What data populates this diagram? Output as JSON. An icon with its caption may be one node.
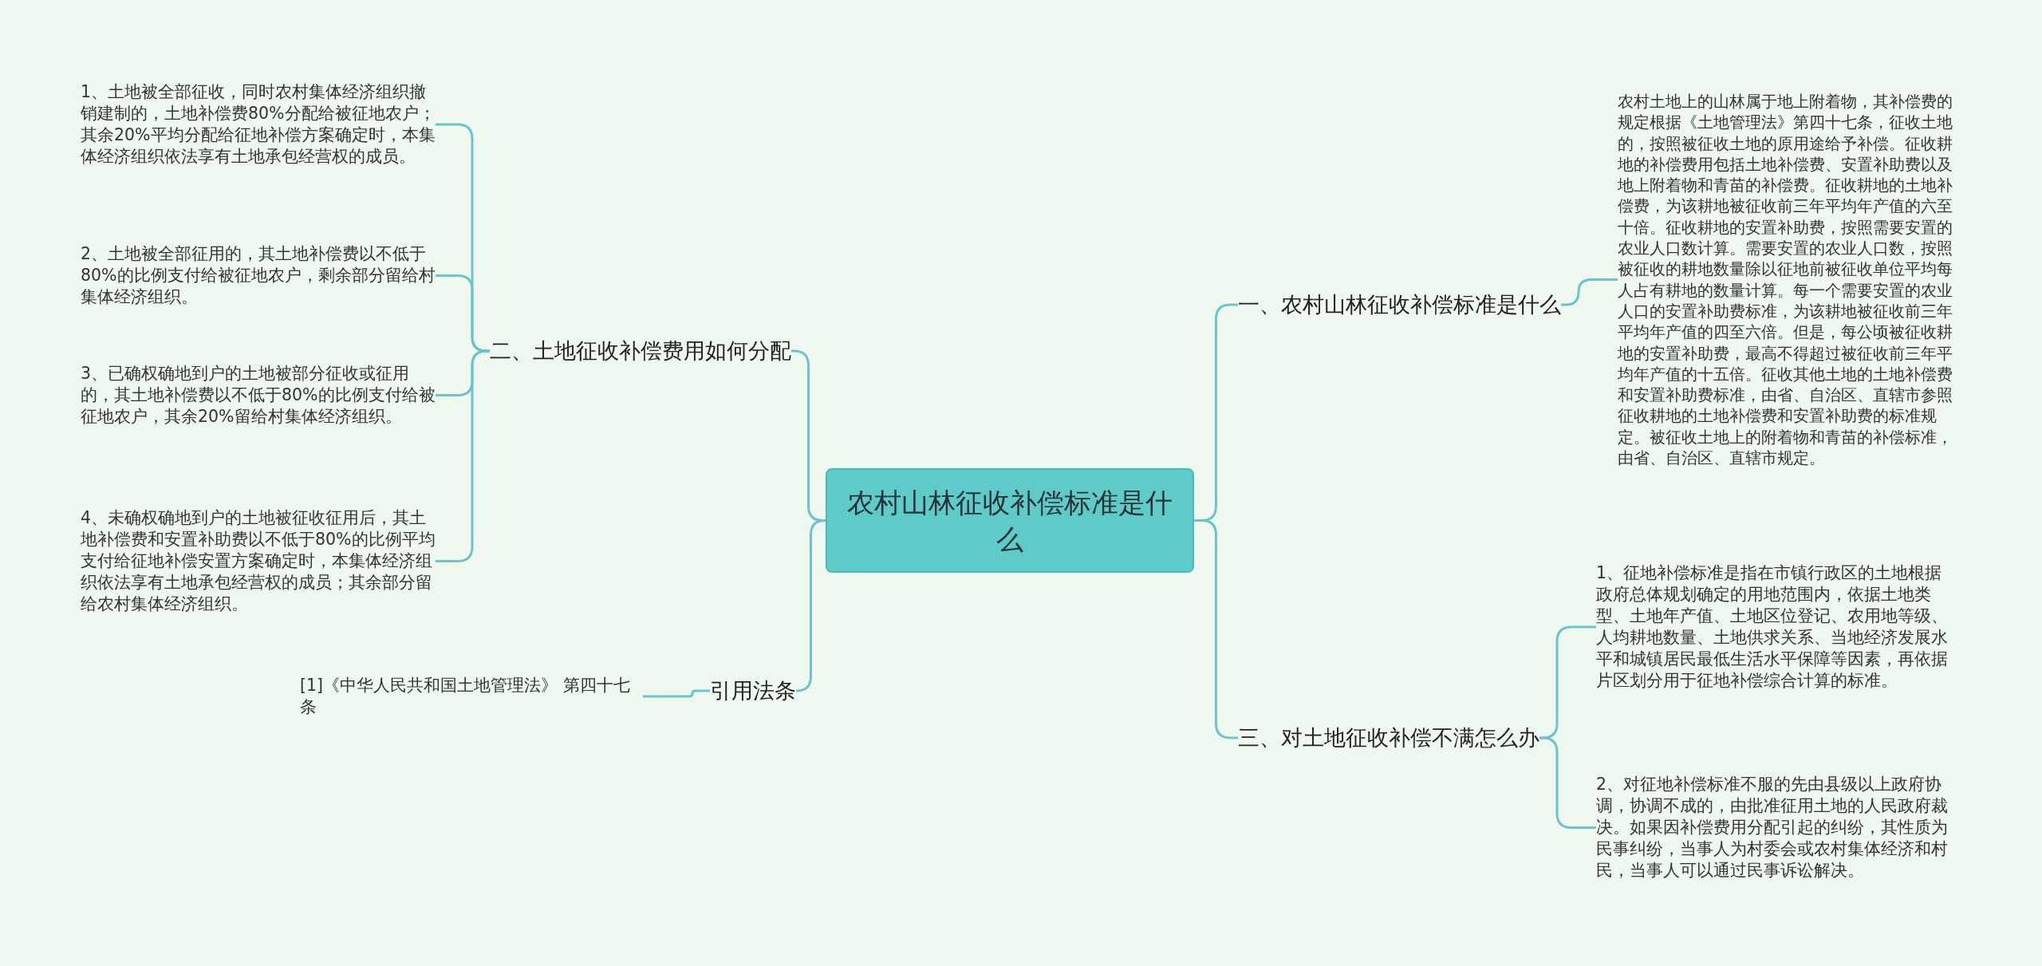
{
  "diagram": {
    "nodes": [
      {
        "text": [
          "农村山林征收补偿标准是什么"
        ]
      },
      {
        "text": [
          "一、农村山林征收补偿标准是什么"
        ]
      },
      {
        "text": [
          "农村土地上的山林属于地上附着物，其补偿费的规定根据《土地管理法》第四十七条，征收土地的，按照被征收土地的原用途给予补偿。征收耕地的补偿费用包括土地补偿费、安置补助费以及地上附着物和青苗的补偿费。征收耕地的土地补偿费，为该耕地被征收前三年平均年产值的六至十倍。征收耕地的安置补助费，按照需要安置的农业人口数计算。需要安置的农业人口数，按照被征收的耕地数量除以征地前被征收单位平均每人占有耕地的数量计算。每一个需要安置的农业人口的安置补助费标准，为该耕地被征收前三年平均年产值的四至六倍。但是，每公顷被征收耕地的安置补助费，最高不得超过被征收前三年平均年产值的十五倍。征收其他土地的土地补偿费和安置补助费标准，由省、自治区、直辖市参照征收耕地的土地补偿费和安置补助费的标准规定。被征收土地上的附着物和青苗的补偿标准，由省、自治区、直辖市规定。"
        ]
      },
      {
        "text": [
          "三、对土地征收补偿不满怎么办"
        ]
      },
      {
        "text": [
          "1、征地补偿标准是指在市镇行政区的土地根据政府总体规划确定的用地范围内，依据土地类型、土地年产值、土地区位登记、农用地等级、人均耕地数量、土地供求关系、当地经济发展水平和城镇居民最低生活水平保障等因素，再依据片区划分用于征地补偿综合计算的标准。"
        ]
      },
      {
        "text": [
          "2、对征地补偿标准不服的先由县级以上政府协调，协调不成的，由批准征用土地的人民政府裁决。如果因补偿费用分配引起的纠纷，其性质为民事纠纷，当事人为村委会或农村集体经济和村民，当事人可以通过民事诉讼解决。"
        ]
      },
      {
        "text": [
          "二、土地征收补偿费用如何分配"
        ]
      },
      {
        "text": [
          "1、土地被全部征收，同时农村集体经济组织撤销建制的，土地补偿费80%分配给被征地农户；其余20%平均分配给征地补偿方案确定时，本集体经济组织依法享有土地承包经营权的成员。"
        ]
      },
      {
        "text": [
          "2、土地被全部征用的，其土地补偿费以不低于80%的比例支付给被征地农户，剩余部分留给村集体经济组织。"
        ]
      },
      {
        "text": [
          "3、已确权确地到户的土地被部分征收或征用的，其土地补偿费以不低于80%的比例支付给被征地农户，其余20%留给村集体经济组织。"
        ]
      },
      {
        "text": [
          "4、未确权确地到户的土地被征收征用后，其土地补偿费和安置补助费以不低于80%的比例平均支付给征地补偿安置方案确定时，本集体经济组织依法享有土地承包经营权的成员；其余部分留给农村集体经济组织。"
        ]
      },
      {
        "text": [
          "引用法条"
        ]
      },
      {
        "text": [
          "[1]《中华人民共和国土地管理法》 第四十七条"
        ]
      }
    ],
    "edges": [
      {
        "from": 0,
        "to": 1,
        "arrow": "none"
      },
      {
        "from": 1,
        "to": 2,
        "arrow": "none"
      },
      {
        "from": 0,
        "to": 3,
        "arrow": "none"
      },
      {
        "from": 3,
        "to": 4,
        "arrow": "none"
      },
      {
        "from": 3,
        "to": 5,
        "arrow": "none"
      },
      {
        "from": 0,
        "to": 6,
        "arrow": "none"
      },
      {
        "from": 6,
        "to": 7,
        "arrow": "none"
      },
      {
        "from": 6,
        "to": 8,
        "arrow": "none"
      },
      {
        "from": 6,
        "to": 9,
        "arrow": "none"
      },
      {
        "from": 6,
        "to": 10,
        "arrow": "none"
      },
      {
        "from": 0,
        "to": 11,
        "arrow": "none"
      },
      {
        "from": 11,
        "to": 12,
        "arrow": "none"
      }
    ]
  }
}
